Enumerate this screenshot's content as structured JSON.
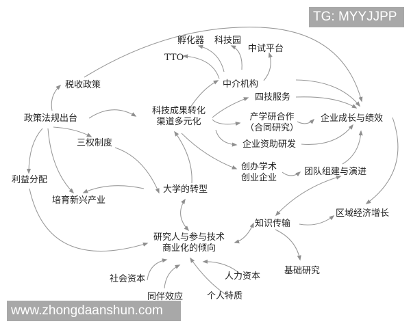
{
  "diagram": {
    "nodes": {
      "policy": "政策法规出台",
      "tax": "税收政策",
      "three_rights": "三权制度",
      "benefit": "利益分配",
      "new_industry": "培育新兴产业",
      "tto": "TTO",
      "incubator": "孵化器",
      "sci_park": "科技园",
      "pilot": "中试平台",
      "intermediary": "中介机构",
      "channels_line1": "科技成果转化",
      "channels_line2": "渠道多元化",
      "four_tech": "四技服务",
      "iur_line1": "产学研合作",
      "iur_line2": "（合同研究）",
      "funded_rd": "企业资助研发",
      "spinoff_line1": "创办学术",
      "spinoff_line2": "创业企业",
      "growth": "企业成长与绩效",
      "team": "团队组建与演进",
      "univ": "大学的转型",
      "knowledge": "知识传输",
      "regional": "区域经济增长",
      "tendency_line1": "研究人与参与技术",
      "tendency_line2": "商业化的倾向",
      "basic": "基础研究",
      "social": "社会资本",
      "human": "人力资本",
      "peer": "同伴效应",
      "personal": "个人特质"
    },
    "colors": {
      "arrow": "#8f8f8f",
      "text": "#222222",
      "watermark_bg": "#a8a8a8",
      "watermark_text": "#ffffff"
    }
  },
  "watermarks": {
    "top_right": "TG: MYYJJPP",
    "bottom_left": "www.zhongdaanshun.com"
  }
}
